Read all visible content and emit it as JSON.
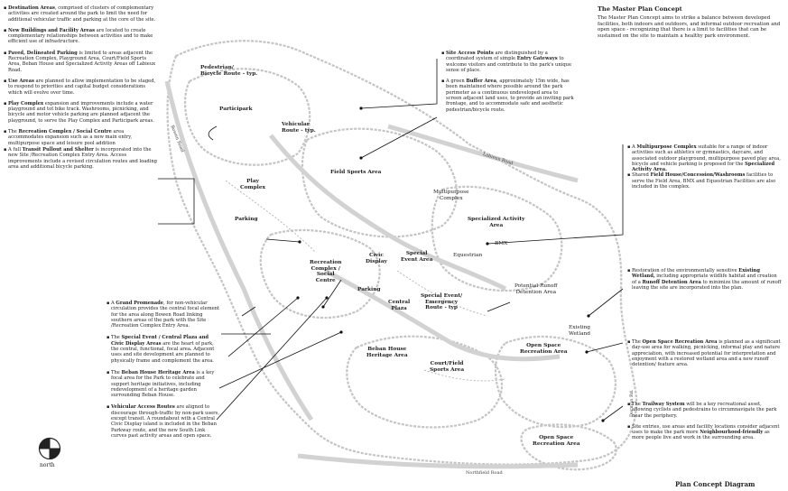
{
  "header": {
    "title": "The Master Plan Concept",
    "text": "The Master Plan Concept aims to strike a balance between developed facilities, both indoors and outdoors, and informal outdoor recreation and open space - recognizing that there is a limit to facilities that can be sustained on the site to maintain a healthy park environment."
  },
  "footer": {
    "diagram_title": "Plan Concept Diagram",
    "north_label": "north"
  },
  "left_notes": [
    {
      "bold": "Destination Areas",
      "text": ", comprised of clusters of complementary activities are created around the park to limit the need for additional vehicular traffic and parking at the core of the site."
    },
    {
      "bold": "New Buildings and Facility Areas",
      "text": " are located to create complementary relationships between activities and to make efficient use of infrastructure."
    },
    {
      "bold": "Paved, Delineated Parking",
      "text": " is limited to areas adjacent the Recreation Complex, Playground Area, Court/Field Sports Area, Beban House and Specialized Activity Areas off Labieux Road."
    },
    {
      "bold": "Use Areas",
      "text": " are planned to allow implementation to be staged, to respond to priorities and capital budget considerations which will evolve over time."
    },
    {
      "bold": "Play Complex",
      "text": " expansion and improvements include a water playground and tot bike track. Washrooms, picnicking, and bicycle and motor vehicle parking are planned adjacent the playground, to serve the Play Complex and Participark areas."
    },
    {
      "pre": "The ",
      "bold": "Recreation Complex / Social Centre",
      "text": " area accommodates expansion such as a new main entry, multipurpose space and leisure pool addition"
    },
    {
      "pre": "A full ",
      "bold": "Transit Pullout and Shelter",
      "text": " is incorporated into the new Site /Recreation Complex Entry Area. Access improvements include a revised circulation routes and loading area and additional bicycle parking."
    }
  ],
  "center_notes": [
    {
      "pre": "A ",
      "bold": "Grand Promenade",
      "text": ", for non-vehicular circulation provides the central focal element for the area along Bowen Road linking southern areas of the park with the Site /Recreation Complex Entry Area."
    },
    {
      "pre": "The ",
      "bold": "Special Event / Central Plaza and Civic Display Areas",
      "text": " are the heart of park, the central, functional, focal area. Adjacent uses and site development are planned to physically frame and complement the area."
    },
    {
      "pre": "The ",
      "bold": "Beban House Heritage Area",
      "text": " is a key focal area for the Park to celebrate and support heritage initiatives, including redevelopment of a heritage garden surrounding Beban House."
    },
    {
      "bold": "Vehicular Access Routes",
      "text": " are aligned to discourage through-traffic by non-park users, except transit. A roundabout with a Central Civic Display island is included in the Beban Parkway route, and the new South Link  curves past activity areas and open space."
    }
  ],
  "top_notes": [
    {
      "bold": "Site Access Points",
      "text": " are distinguished by a coordinated system of simple ",
      "bold2": "Entry Gateways",
      "text2": " to welcome visitors and contribute to the park's unique sense of place."
    },
    {
      "pre": "A green ",
      "bold": "Buffer Area",
      "text": ", approximately 15m wide, has been maintained where possible around the park perimeter as a continuous undeveloped area to screen adjacent land uses, to provide an inviting park frontage, and to accommodate safe and aesthetic pedestrian/bicycle route."
    }
  ],
  "right_notes": [
    {
      "pre": "A ",
      "bold": "Multipurpose Complex",
      "text": " suitable for a range of indoor activities such as athletics or gymnastics, daycare, and associated outdoor playground, multipurpose paved play area, bicycle and vehicle parking is proposed for the ",
      "bold2": "Specialized Activity Area.",
      "text2": ""
    },
    {
      "pre": "Shared ",
      "bold": "Field House/Concession/Washrooms",
      "text": " facilities to serve the Field Area, BMX and Equestrian Facilities are also included in the complex."
    },
    {
      "pre": "Restoration of the environmentally sensitive ",
      "bold": "Existing Wetland,",
      "text": " including appropriate wildlife habitat and creation of a ",
      "bold2": "Runoff Detention Area",
      "text2": " to minimize the amount of runoff leaving the site are incorporated into the plan."
    },
    {
      "pre": "The ",
      "bold": "Open Space Recreation Area",
      "text": " is planned as a significant day-use area for walking, picnicking, informal play and nature appreciation, with increased potential for interpretation and enjoyment with a restored wetland area and a new runoff detention/ feature area."
    },
    {
      "pre": "The ",
      "bold": "Trailway System",
      "text": " will be a key recreational asset, allowing cyclists and pedestrains to circumnavigate the park near the periphery."
    },
    {
      "pre": "Site entries, use areas and facility locations consider adjacent uses to make the park more ",
      "bold": "Neighbourhood-friendly",
      "text": " as more people live and work in the surrounding area."
    }
  ],
  "map_labels": {
    "pedestrian": "Pedestrian/\nBicycle Route - typ.",
    "participark": "Participark",
    "vehicular": "Vehicular\nRoute - typ.",
    "field_sports": "Field Sports Area",
    "multipurpose": "Multipurpose\nComplex",
    "specialized": "Specialized Activity\nArea",
    "bmx": "BMX",
    "equestrian": "Equestrian",
    "play_complex": "Play\nComplex",
    "parking1": "Parking",
    "civic": "Civic\nDisplay",
    "special_event": "Special\nEvent Area",
    "rec_complex": "Recreation\nComplex /\nSocial\nCentre",
    "parking2": "Parking",
    "central_plaza": "Central\nPlaza",
    "emergency": "Special Event/\nEmergency\nRoute - typ",
    "runoff": "Potential Runoff\nDetention Area",
    "wetland": "Existing\nWetland",
    "beban": "Beban House\nHeritage Area",
    "court": "Court/Field\nSports Area",
    "open_space1": "Open Space\nRecreation Area",
    "open_space2": "Open Space\nRecreation Area"
  },
  "roads": {
    "bowen": "Bowen Road",
    "labieux": "Labieux Road",
    "northfield": "Northfield Road",
    "dorman": "Dorman Rd."
  },
  "colors": {
    "path": "#c8c8c8",
    "road_fill": "#e6e6e6",
    "text": "#222222"
  }
}
